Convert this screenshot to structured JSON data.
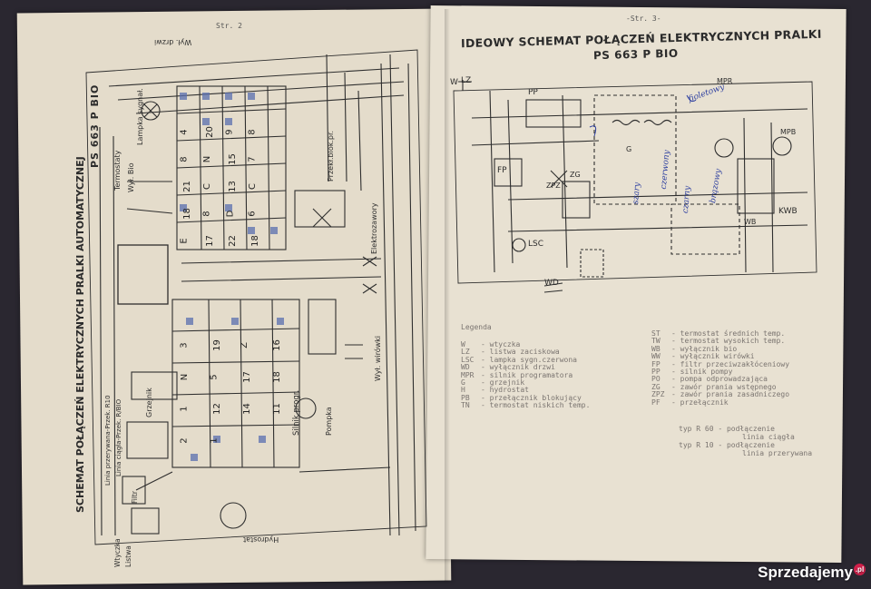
{
  "left_page": {
    "page_number": "Str. 2",
    "title": "SCHEMAT  POŁĄCZEŃ ELEKTRYCZNYCH PRALKI AUTOMATYCZNEJ",
    "model": "PS 663 P BIO",
    "labels": {
      "switch_door": "Wył. drzwi",
      "lamp": "Lampka sygnał.",
      "thermostat": "Termostaty",
      "switch_bio": "Wył. Bio",
      "blocker": "Przekł.blok.pr.",
      "valves": "Elektrozawory",
      "pump": "Pompka",
      "motor": "Silnik progr.",
      "spin_switch": "Wył. wirówki",
      "heater": "Grzejnik",
      "filter": "Filtr",
      "plug": "Wtyczka",
      "strip": "Listwa",
      "line_interrupt": "Linia przerywana-Przek. R10",
      "line_cont": "Linia ciągła-Przek. R/BIO",
      "hydro": "Hydrostat"
    },
    "grid_numbers": [
      "4",
      "20",
      "9",
      "8",
      "8",
      "N",
      "15",
      "7",
      "21",
      "C",
      "13",
      "C",
      "18",
      "8",
      "D",
      "6",
      "E",
      "17",
      "22",
      "18",
      "3",
      "19",
      "Z",
      "16",
      "N",
      "5",
      "17",
      "18",
      "1",
      "12",
      "14",
      "11",
      "2",
      "1"
    ]
  },
  "right_page": {
    "page_number": "-Str. 3-",
    "title": "IDEOWY SCHEMAT POŁĄCZEŃ ELEKTRYCZNYCH PRALKI",
    "model": "PS 663 P BIO",
    "labels": [
      "W",
      "LZ",
      "PP",
      "FP",
      "ZPZ",
      "ZG",
      "LSC",
      "WD",
      "MPR",
      "MPB",
      "KWB",
      "WB",
      "G"
    ],
    "handwritten": [
      "fioletowy",
      "czerwony",
      "czarny",
      "brązowy",
      "szary"
    ],
    "legend_heading": "Legenda",
    "legend_left": [
      {
        "code": "W",
        "text": "wtyczka"
      },
      {
        "code": "LZ",
        "text": "listwa zaciskowa"
      },
      {
        "code": "LSC",
        "text": "lampka sygn.czerwona"
      },
      {
        "code": "WD",
        "text": "wyłącznik drzwi"
      },
      {
        "code": "MPR",
        "text": "silnik programatora"
      },
      {
        "code": "G",
        "text": "grzejnik"
      },
      {
        "code": "H",
        "text": "hydrostat"
      },
      {
        "code": "PB",
        "text": "przełącznik blokujący"
      },
      {
        "code": "TN",
        "text": "termostat niskich temp."
      }
    ],
    "legend_right": [
      {
        "code": "ST",
        "text": "termostat średnich temp."
      },
      {
        "code": "TW",
        "text": "termostat wysokich temp."
      },
      {
        "code": "WB",
        "text": "wyłącznik bio"
      },
      {
        "code": "WW",
        "text": "wyłącznik wirówki"
      },
      {
        "code": "FP",
        "text": "filtr przeciwzakłóceniowy"
      },
      {
        "code": "PP",
        "text": "silnik pompy"
      },
      {
        "code": "PO",
        "text": "pompa odprowadzająca"
      },
      {
        "code": "ZG",
        "text": "zawór prania wstępnego"
      },
      {
        "code": "ZPZ",
        "text": "zawór prania zasadniczego"
      },
      {
        "code": "PF",
        "text": "przełącznik"
      }
    ],
    "extra_note": [
      "typ R 60 - podłączenie",
      "linia ciągła",
      "typ R 10 - podłączenie",
      "linia przerywana"
    ]
  },
  "watermark": "Sprzedajemy",
  "watermark_suffix": ".pl",
  "colors": {
    "paper": "#e6dece",
    "ink": "#2b2b2b",
    "handwriting": "#2d3fa0",
    "background": "#2a2730",
    "brand": "#d0204a"
  }
}
